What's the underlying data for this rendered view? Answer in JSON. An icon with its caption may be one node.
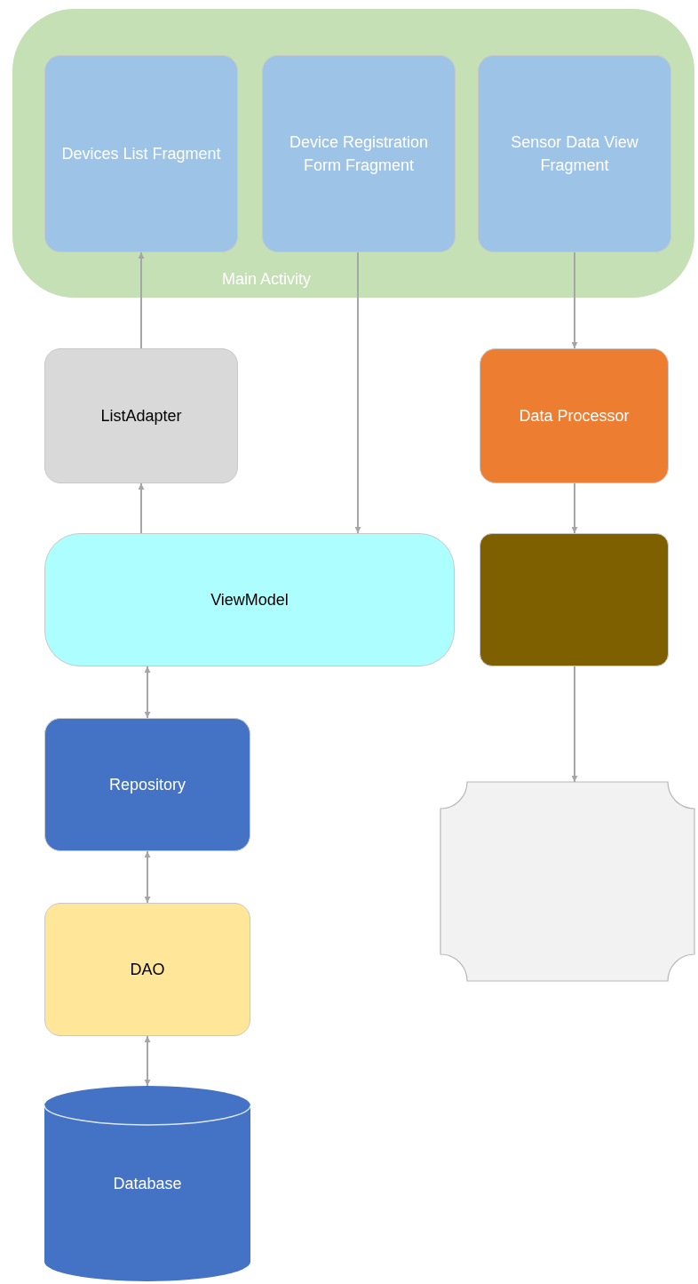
{
  "diagram": {
    "nodes": [
      {
        "text": [
          "Main Activity"
        ]
      },
      {
        "text": [
          "Devices List Fragment"
        ],
        "in": 0
      },
      {
        "text": [
          "Device Registration Form Fragment"
        ],
        "in": 0
      },
      {
        "text": [
          "Sensor Data View Fragment"
        ],
        "in": 0
      },
      {
        "text": [
          "ListAdapter"
        ]
      },
      {
        "text": [
          "ViewModel"
        ]
      },
      {
        "text": [
          "Data Processor"
        ]
      },
      {
        "text": [],
        "shape": "box"
      },
      {
        "text": [
          "Repository"
        ]
      },
      {
        "text": [
          "DAO"
        ]
      },
      {
        "text": [
          "Database"
        ]
      },
      {
        "text": [],
        "shape": "plaque"
      }
    ],
    "edges": [
      {
        "from": 4,
        "to": 1,
        "arrow": "to"
      },
      {
        "from": 5,
        "to": 4,
        "arrow": "to"
      },
      {
        "from": 2,
        "to": 5,
        "arrow": "to"
      },
      {
        "from": 3,
        "to": 6,
        "arrow": "to"
      },
      {
        "from": 6,
        "to": 7,
        "arrow": "to"
      },
      {
        "from": 7,
        "to": 11,
        "arrow": "to"
      },
      {
        "from": 5,
        "to": 8,
        "arrow": "both"
      },
      {
        "from": 8,
        "to": 9,
        "arrow": "both"
      },
      {
        "from": 9,
        "to": 10,
        "arrow": "both"
      }
    ]
  }
}
